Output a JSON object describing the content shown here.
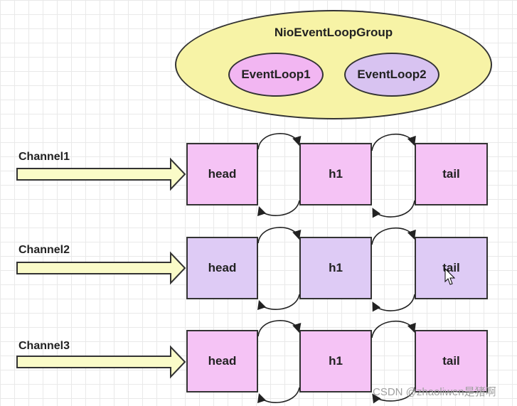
{
  "group": {
    "title": "NioEventLoopGroup",
    "loops": [
      "EventLoop1",
      "EventLoop2"
    ]
  },
  "channels": [
    {
      "label": "Channel1",
      "nodes": [
        "head",
        "h1",
        "tail"
      ]
    },
    {
      "label": "Channel2",
      "nodes": [
        "head",
        "h1",
        "tail"
      ]
    },
    {
      "label": "Channel3",
      "nodes": [
        "head",
        "h1",
        "tail"
      ]
    }
  ],
  "watermark": "CSDN @zhaoliwen是猪啊",
  "colors": {
    "group_fill": "#f7f3a6",
    "arrow_fill": "#fafbc8",
    "eventloop1_fill": "#f2b6f2",
    "eventloop2_fill": "#d8c3f1",
    "channel1_node_fill": "#f5c3f5",
    "channel2_node_fill": "#decbf5",
    "channel3_node_fill": "#f5c3f5"
  }
}
